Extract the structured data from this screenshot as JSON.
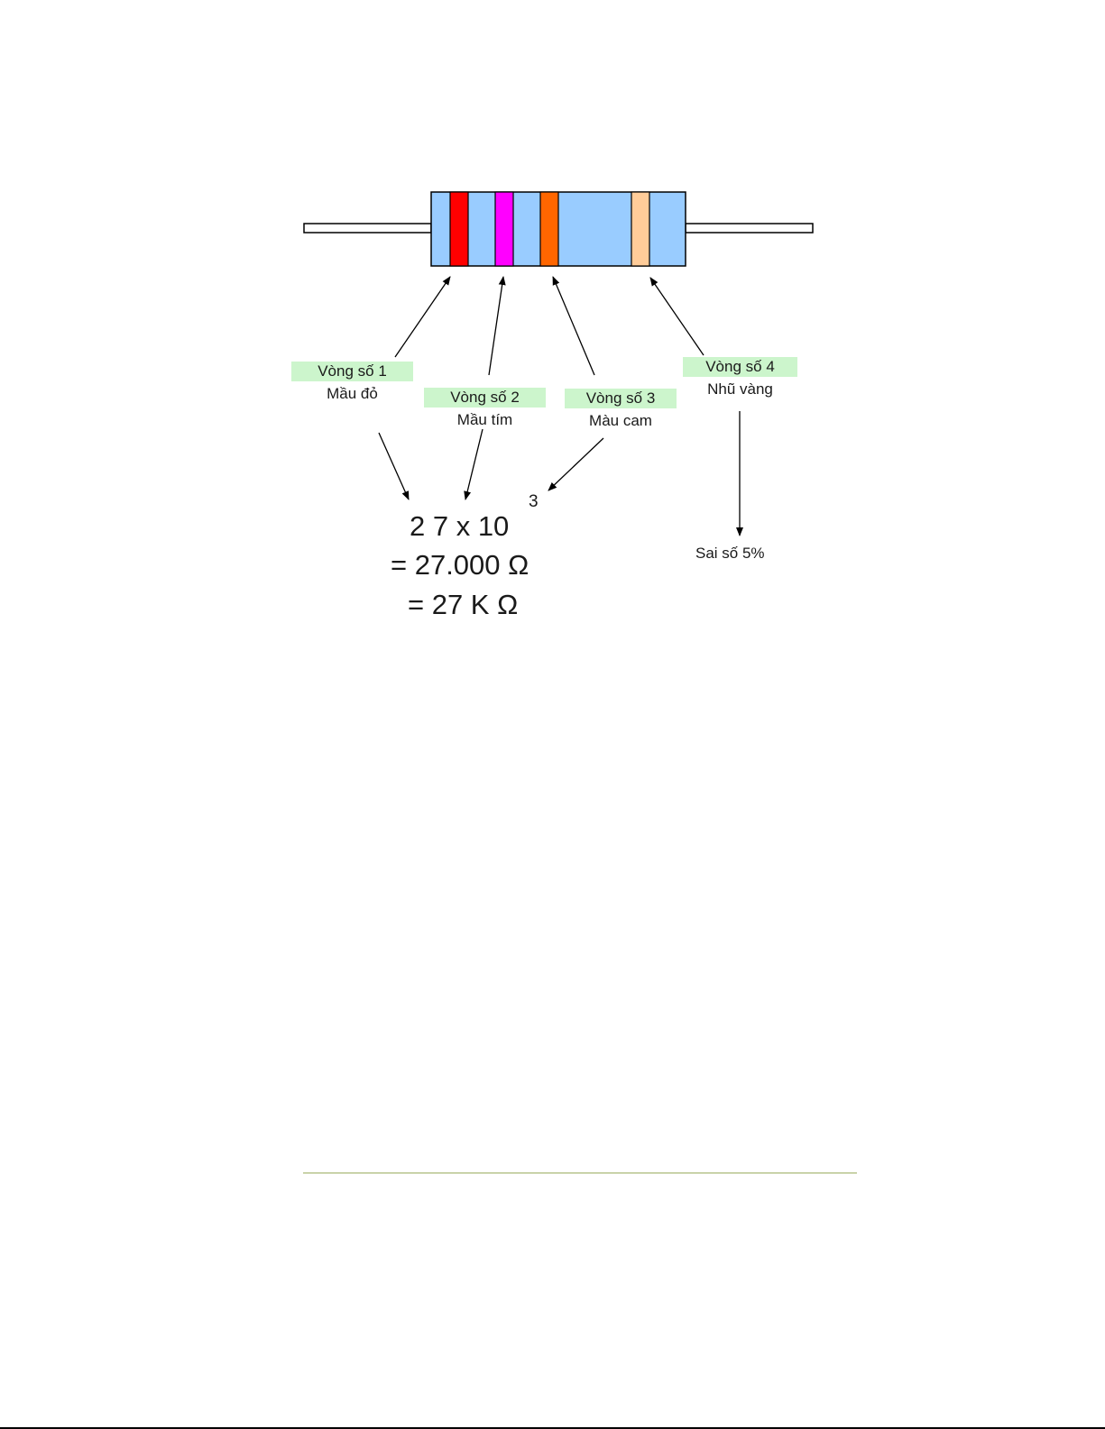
{
  "bands": [
    {
      "tag": "Vòng số 1",
      "color_name": "Mầu đỏ",
      "hex": "#ff0000"
    },
    {
      "tag": "Vòng số 2",
      "color_name": "Mầu tím",
      "hex": "#ff00ff"
    },
    {
      "tag": "Vòng số 3",
      "color_name": "Màu cam",
      "hex": "#ff6600"
    },
    {
      "tag": "Vòng số 4",
      "color_name": "Nhũ vàng",
      "hex": "#ffcc99"
    }
  ],
  "colors": {
    "body": "#99ccff",
    "label_bg": "#ccf5cc",
    "outline": "#000000"
  },
  "formula": {
    "line1": "2  7 x 10",
    "exponent": "3",
    "line2": "= 27.000 Ω",
    "line3": "= 27 K Ω"
  },
  "tolerance": "Sai số 5%"
}
